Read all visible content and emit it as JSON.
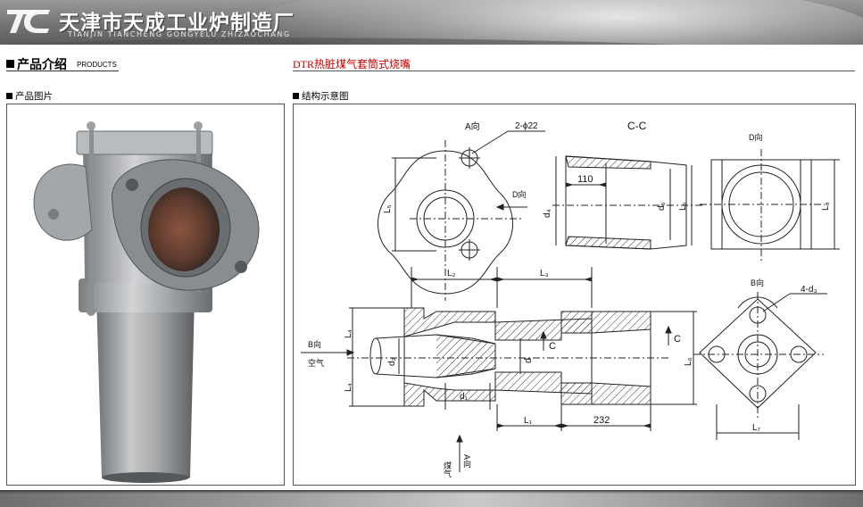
{
  "header": {
    "logo_text": "TC",
    "company_name": "天津市天成工业炉制造厂",
    "company_pinyin": "TIANJIN TIANCHENG GONGYELU ZHIZAOCHANG"
  },
  "section": {
    "title_cn": "产品介绍",
    "title_en": "PRODUCTS"
  },
  "product": {
    "title": "DTR热脏煤气套筒式烧嘴"
  },
  "panels": {
    "photo_label": "产品图片",
    "diagram_label": "结构示意图"
  },
  "diagram": {
    "view_a": "A向",
    "holes_a": "2-ϕ22",
    "view_d_arrow": "D向",
    "section_cc": "C-C",
    "dim_110": "110",
    "d4": "d₄",
    "d5": "d₅",
    "l5": "L₅",
    "l9": "L₉",
    "view_d": "D向",
    "l8": "L₈",
    "l2": "L₂",
    "l3": "L₃",
    "l4_top": "L₄",
    "l4_bottom": "L₄",
    "view_b_arrow": "B向",
    "air": "空气",
    "d2": "d₂",
    "d": "d",
    "c_mark_1": "C",
    "c_mark_2": "C",
    "l6": "L₆",
    "d1": "d₁",
    "l1": "L₁",
    "dim_232": "232",
    "gas_label": "煤气",
    "view_a_arrow": "A向",
    "view_b": "B向",
    "holes_b": "4-d₃",
    "l7": "L₇"
  },
  "colors": {
    "header_dark": "#5c5c5c",
    "header_light": "#e6e6e6",
    "title_red": "#c00000",
    "border": "#555555"
  }
}
